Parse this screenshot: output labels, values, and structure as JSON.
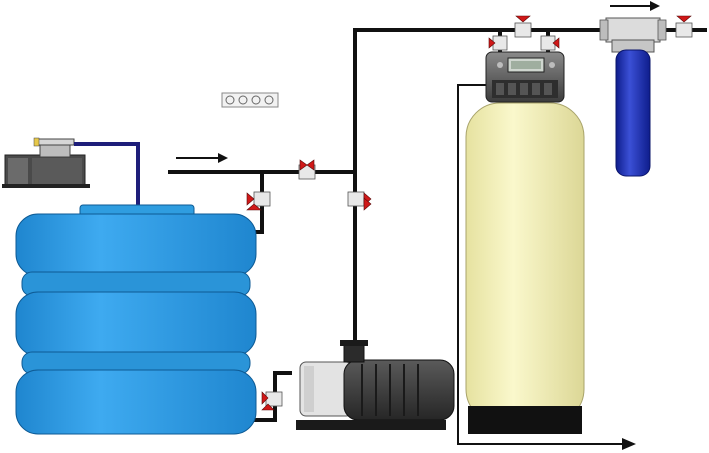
{
  "scene": {
    "components": [
      "compressor-icon",
      "storage-tank",
      "booster-pump",
      "softener-tank",
      "control-valve-head",
      "cartridge-filter-housing",
      "ball-valve",
      "flow-arrow"
    ]
  },
  "colors": {
    "tank_blue": "#2f9de0",
    "tank_outline": "#0d5a94",
    "softener_body": "#f3f0b8",
    "softener_base": "#111111",
    "filter_blue": "#1a2fb0",
    "valve_red": "#d01818",
    "pipe": "#111111",
    "hose": "#1e1e7a",
    "pump_dark": "#3a3a3a",
    "pump_light": "#e0e0e0"
  }
}
